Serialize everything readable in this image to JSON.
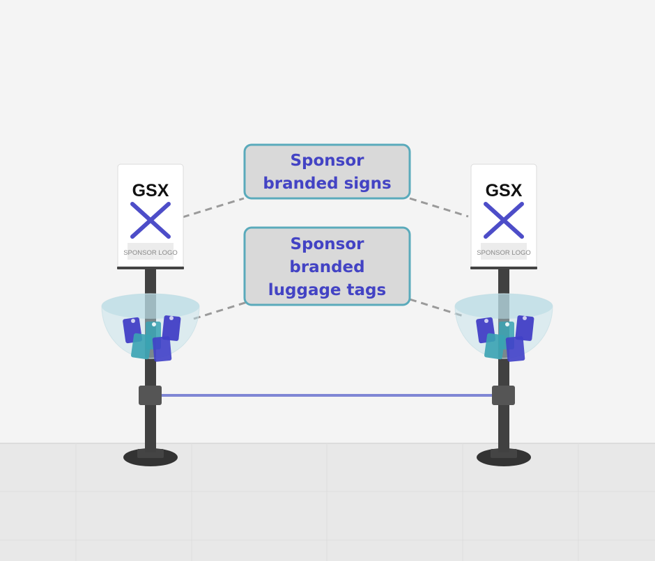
{
  "sign_left": {
    "brand": "GSX",
    "logo_placeholder": "SPONSOR LOGO"
  },
  "sign_right": {
    "brand": "GSX",
    "logo_placeholder": "SPONSOR LOGO"
  },
  "callouts": [
    {
      "lines": [
        "Sponsor",
        "branded signs"
      ]
    },
    {
      "lines": [
        "Sponsor",
        "branded",
        "luggage tags"
      ]
    }
  ],
  "colors": {
    "accent": "#4343c4",
    "callout_border": "#5aaabb",
    "callout_fill": "#d9d9d9",
    "rope": "#7f86d4",
    "post": "#414141"
  }
}
